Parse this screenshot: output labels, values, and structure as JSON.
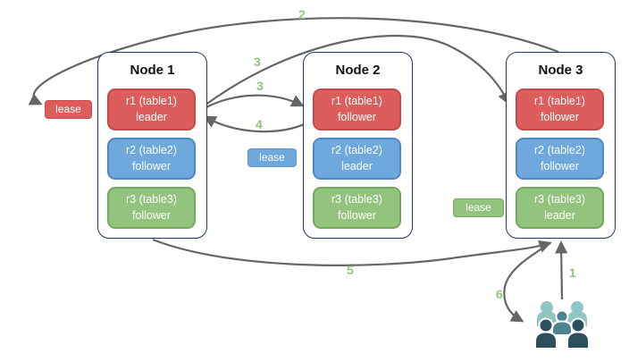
{
  "diagram": {
    "nodes": [
      {
        "title": "Node 1",
        "replicas": [
          {
            "name": "r1 (table1)",
            "role": "leader"
          },
          {
            "name": "r2 (table2)",
            "role": "follower"
          },
          {
            "name": "r3 (table3)",
            "role": "follower"
          }
        ]
      },
      {
        "title": "Node 2",
        "replicas": [
          {
            "name": "r1 (table1)",
            "role": "follower"
          },
          {
            "name": "r2 (table2)",
            "role": "leader"
          },
          {
            "name": "r3 (table3)",
            "role": "follower"
          }
        ]
      },
      {
        "title": "Node 3",
        "replicas": [
          {
            "name": "r1 (table1)",
            "role": "follower"
          },
          {
            "name": "r2 (table2)",
            "role": "follower"
          },
          {
            "name": "r3 (table3)",
            "role": "leader"
          }
        ]
      }
    ],
    "leases": {
      "red": "lease",
      "blue": "lease",
      "green": "lease"
    },
    "steps": {
      "s1": "1",
      "s2": "2",
      "s3a": "3",
      "s3b": "3",
      "s4": "4",
      "s5": "5",
      "s6": "6"
    },
    "icons": {
      "users": "users-group-icon"
    },
    "colors": {
      "replica_red": "#DD5C5C",
      "replica_red_border": "#C64A4A",
      "replica_blue": "#6FA8DC",
      "replica_blue_border": "#4E86C6",
      "replica_green": "#93C47D",
      "replica_green_border": "#74A85A",
      "node_border": "#203864",
      "arrow": "#666666",
      "step_label": "#93C47D",
      "users_light": "#8EC6C5",
      "users_medium": "#4E828E",
      "users_dark": "#2C4F5E"
    }
  }
}
